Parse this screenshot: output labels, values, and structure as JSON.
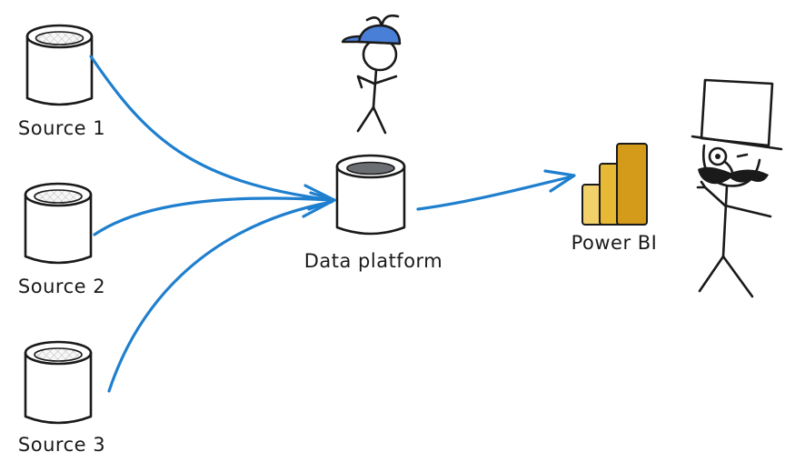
{
  "nodes": {
    "source1": {
      "label": "Source 1"
    },
    "source2": {
      "label": "Source 2"
    },
    "source3": {
      "label": "Source 3"
    },
    "platform": {
      "label": "Data platform"
    },
    "powerbi": {
      "label": "Power BI"
    }
  },
  "colors": {
    "arrow": "#1f7fcf",
    "ink": "#1a1a1a",
    "source_fill": "#f4f4f4",
    "platform_fill": "#d7dadd",
    "platform_top": "#6b6f73",
    "cap": "#4a7fd8",
    "pbi_light": "#f2d16b",
    "pbi_mid": "#e8b935",
    "pbi_dark": "#d49a1a"
  }
}
